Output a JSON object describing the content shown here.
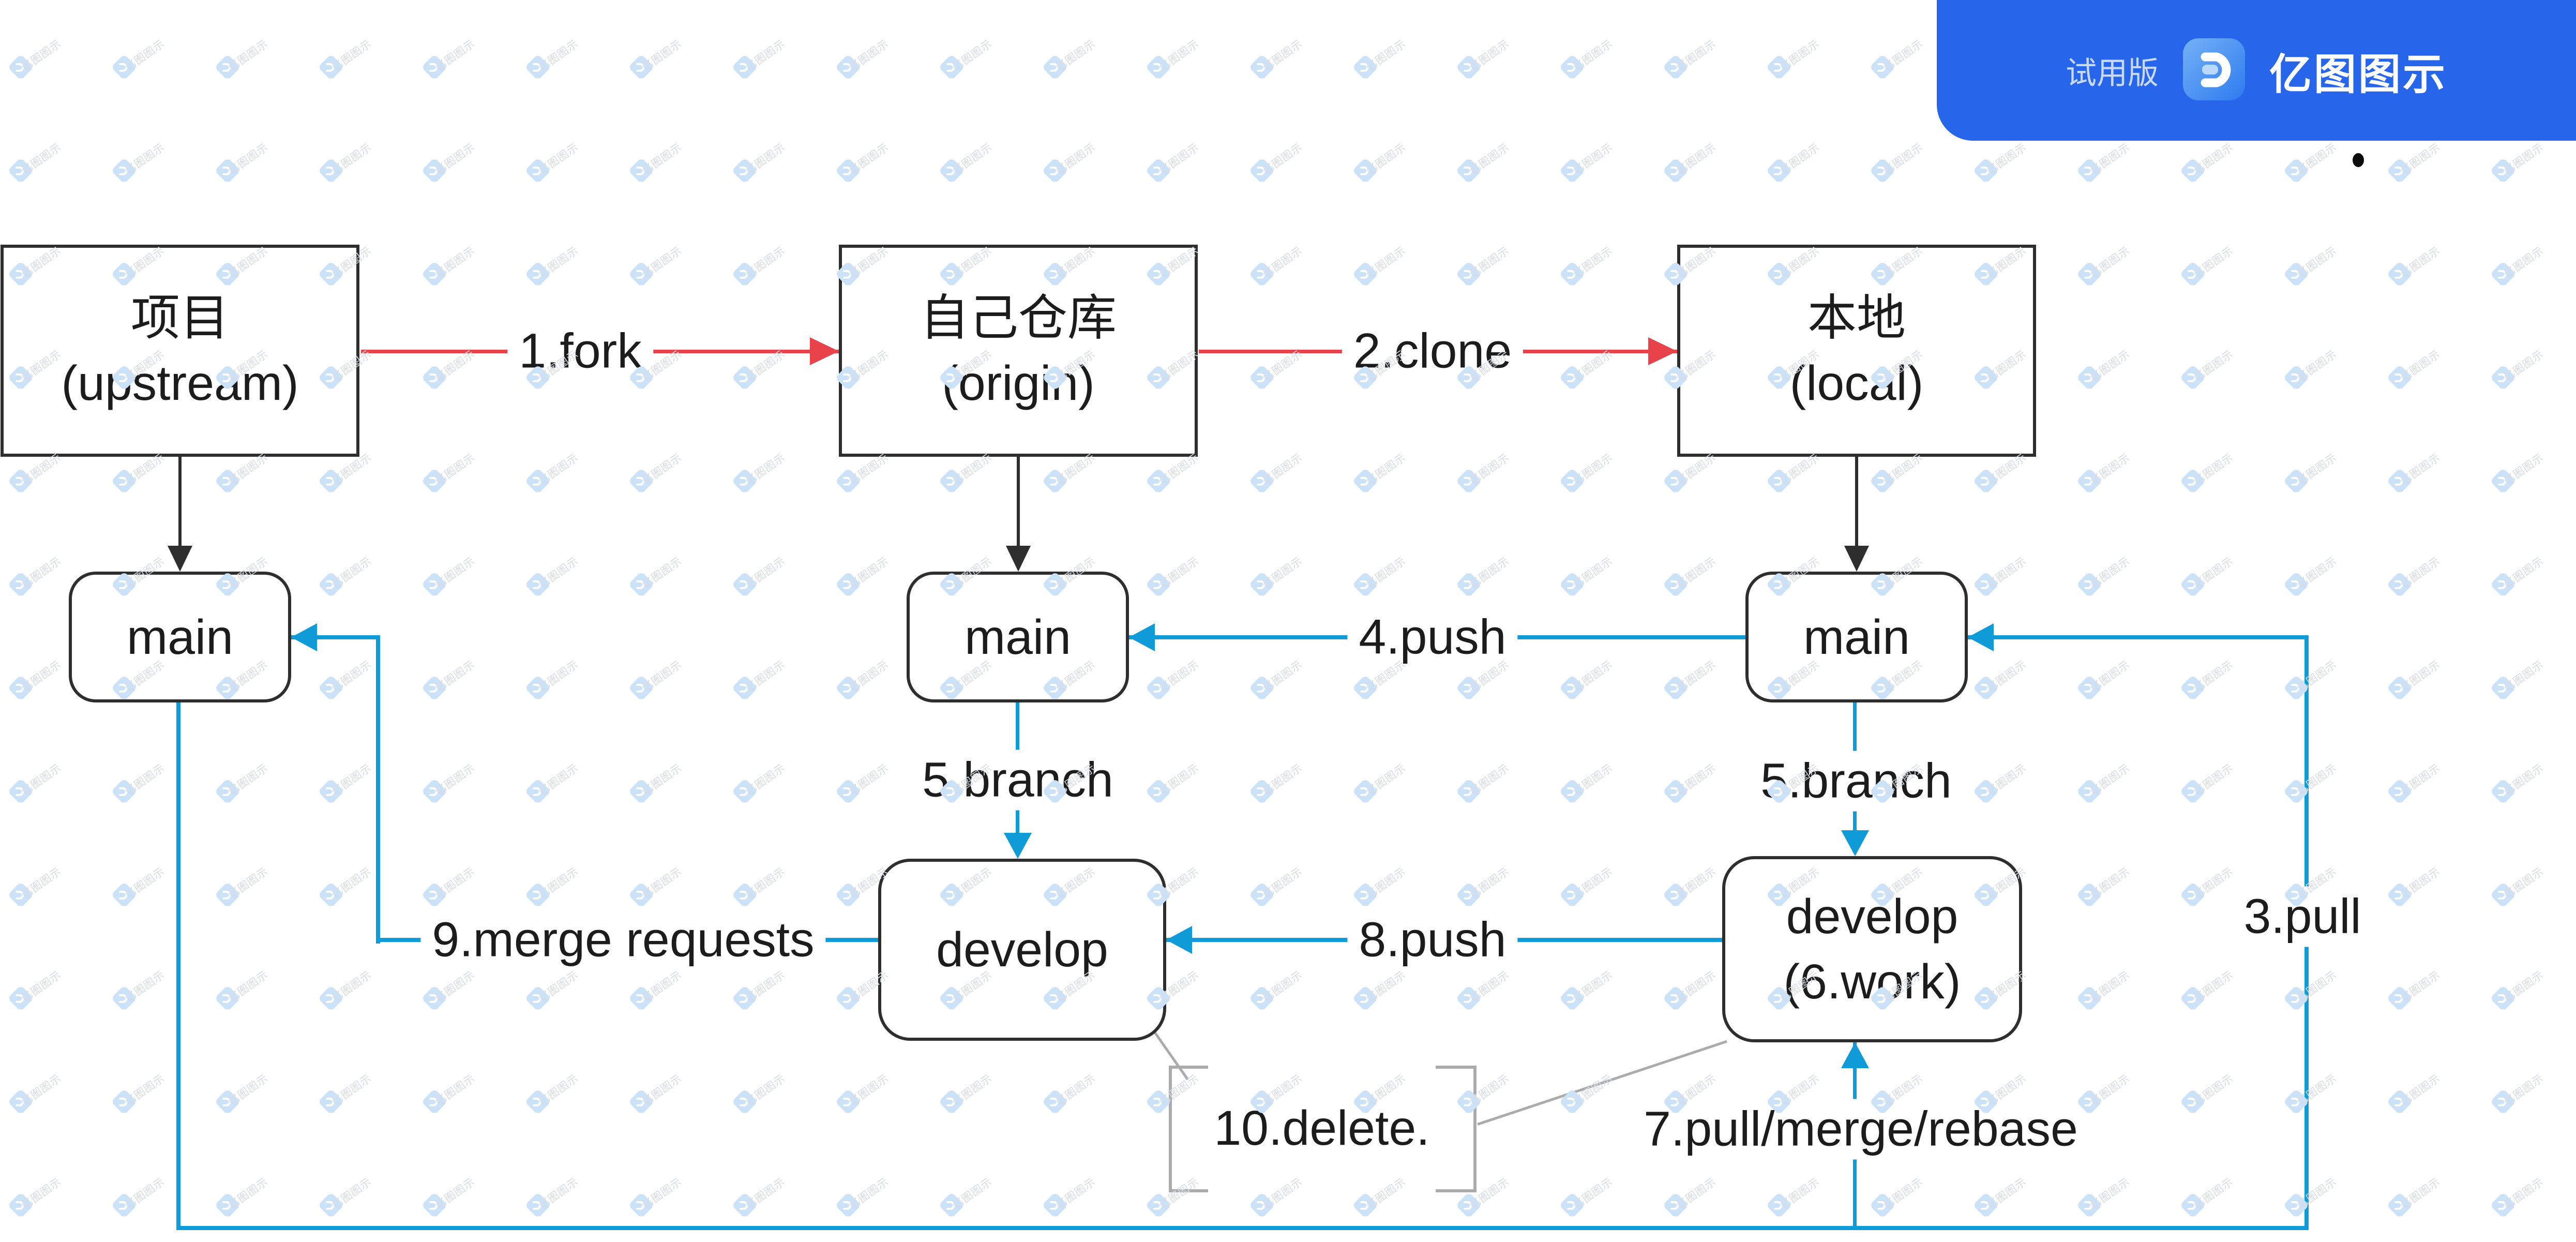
{
  "badge": {
    "trial_label": "试用版",
    "app_name": "亿图图示",
    "logo_icon": "edraw-logo-icon",
    "background": "#2765EB"
  },
  "watermark": {
    "text": "亿图图示",
    "icon": "edraw-diamond-icon"
  },
  "nodes": {
    "upstream": {
      "title": "项目",
      "subtitle": "(upstream)"
    },
    "origin": {
      "title": "自己仓库",
      "subtitle": "(origin)"
    },
    "local": {
      "title": "本地",
      "subtitle": "(local)"
    },
    "upstream_main": {
      "label": "main"
    },
    "origin_main": {
      "label": "main"
    },
    "local_main": {
      "label": "main"
    },
    "origin_develop": {
      "label": "develop"
    },
    "local_develop": {
      "label": "develop",
      "sublabel": "(6.work)"
    }
  },
  "edges": {
    "fork": "1.fork",
    "clone": "2.clone",
    "pull": "3.pull",
    "push_main": "4.push",
    "branch_origin": "5.branch",
    "branch_local": "5.branch",
    "pull_merge_rebase": "7.pull/merge/rebase",
    "push_develop": "8.push",
    "merge_requests": "9.merge requests",
    "delete_note": "10.delete."
  },
  "colors": {
    "accent_cyan": "#0F9BD7",
    "accent_red": "#E8434A",
    "badge_blue": "#2765EB",
    "line_black": "#2E2E2E",
    "leader_gray": "#ABABAB",
    "watermark_icon_blue": "#CBE2F8",
    "watermark_text_gray": "#D9DDE1"
  }
}
